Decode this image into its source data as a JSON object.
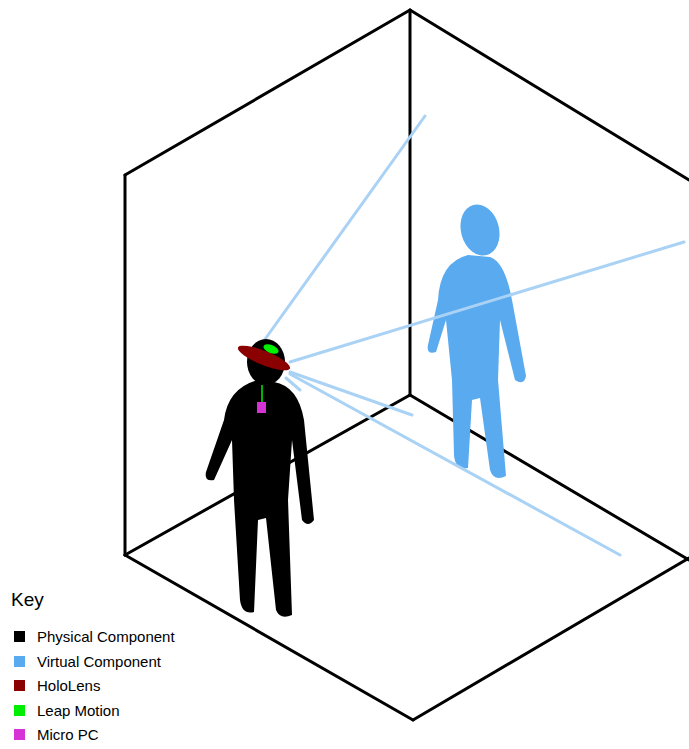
{
  "diagram": {
    "labels": [
      "Key"
    ],
    "legend": [
      {
        "text": "Physical Component",
        "color": "#000000"
      },
      {
        "text": "Virtual Component",
        "color": "#5aaaf0"
      },
      {
        "text": "HoloLens",
        "color": "#8b0000"
      },
      {
        "text": "Leap Motion",
        "color": "#00ee00"
      },
      {
        "text": "Micro PC",
        "color": "#d633d6"
      }
    ]
  }
}
